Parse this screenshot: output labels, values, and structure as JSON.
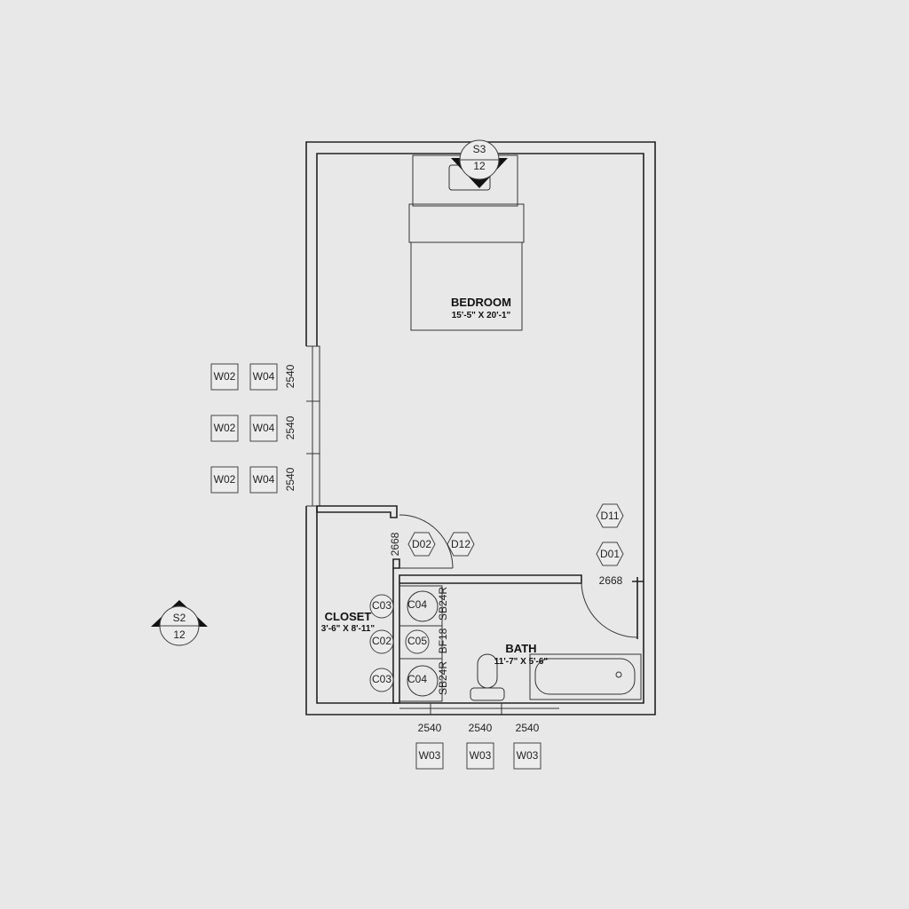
{
  "rooms": {
    "bedroom": {
      "name": "BEDROOM",
      "size": "15'-5\" X 20'-1\""
    },
    "closet": {
      "name": "CLOSET",
      "size": "3'-6\" X 8'-11\""
    },
    "bath": {
      "name": "BATH",
      "size": "11'-7\" X 5'-6\""
    }
  },
  "sections": {
    "s3": {
      "id": "S3",
      "sheet": "12"
    },
    "s2": {
      "id": "S2",
      "sheet": "12"
    }
  },
  "doors": {
    "d02": "D02",
    "d12": "D12",
    "d11": "D11",
    "d01": "D01",
    "dim_closet": "2668",
    "dim_bath": "2668"
  },
  "cabinets": {
    "c03a": "C03",
    "c02": "C02",
    "c03b": "C03",
    "c05": "C05",
    "c04a": "C04",
    "c04b": "C04",
    "sb24r_a": "SB24R",
    "bf18": "BF18",
    "sb24r_b": "SB24R"
  },
  "west_windows": [
    {
      "a": "W02",
      "b": "W04",
      "dim": "2540"
    },
    {
      "a": "W02",
      "b": "W04",
      "dim": "2540"
    },
    {
      "a": "W02",
      "b": "W04",
      "dim": "2540"
    }
  ],
  "south_windows": [
    {
      "tag": "W03",
      "dim": "2540"
    },
    {
      "tag": "W03",
      "dim": "2540"
    },
    {
      "tag": "W03",
      "dim": "2540"
    }
  ]
}
